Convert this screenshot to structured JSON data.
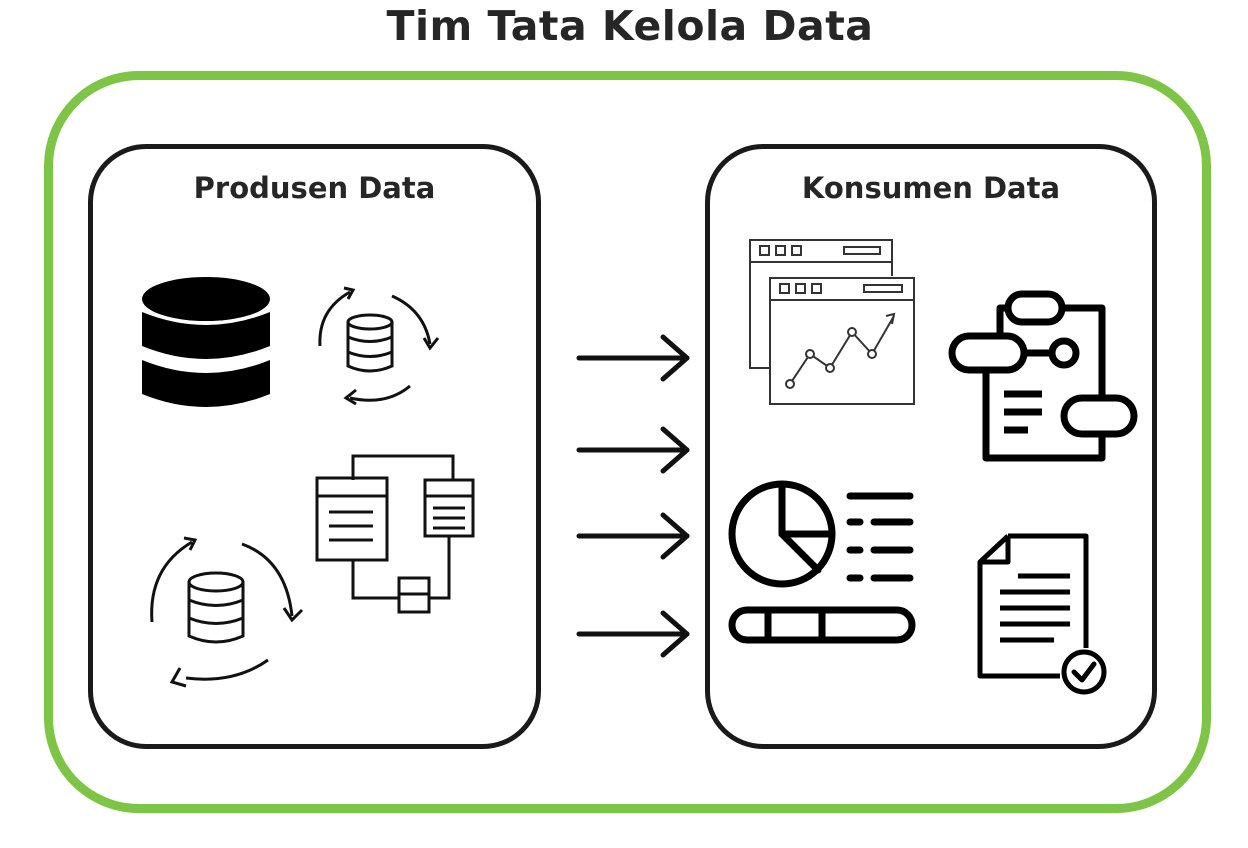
{
  "title": "Tim Tata Kelola Data",
  "producer": {
    "title": "Produsen Data",
    "icons": [
      "database-icon",
      "database-sync-icon",
      "data-flow-icon",
      "database-sync-icon"
    ]
  },
  "consumer": {
    "title": "Konsumen Data",
    "icons": [
      "analytics-dashboard-icon",
      "process-clipboard-icon",
      "pie-chart-report-icon",
      "approved-document-icon"
    ]
  },
  "arrows": {
    "count": 4,
    "direction": "right"
  },
  "colors": {
    "frame": "#7dc447",
    "stroke": "#1a1a1a",
    "text": "#262626"
  }
}
